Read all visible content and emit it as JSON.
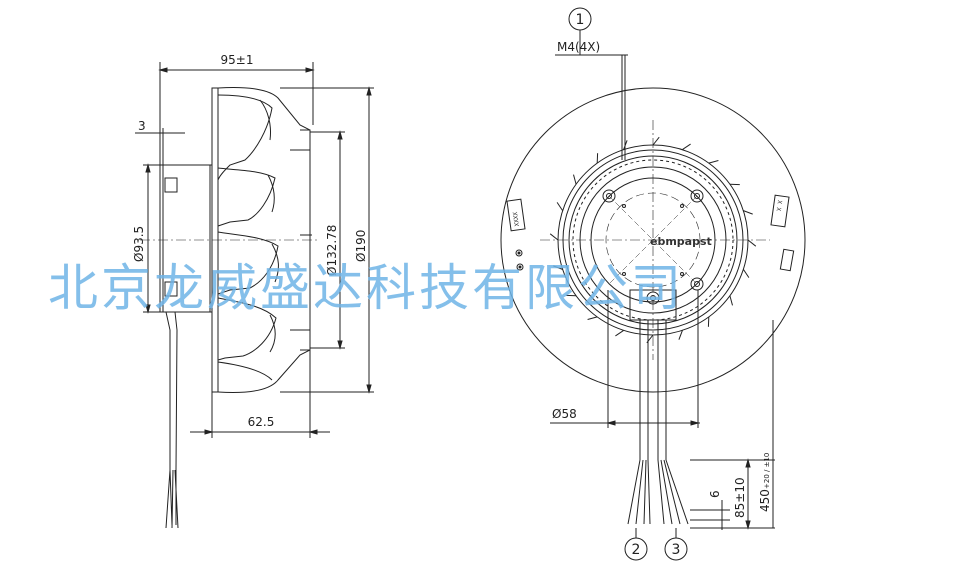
{
  "watermark": "北京龙威盛达科技有限公司",
  "colors": {
    "line": "#222222",
    "watermark": "#6eb4e6"
  },
  "side_view": {
    "dim_width": "95±1",
    "dim_3": "3",
    "dim_d93": "Ø93.5",
    "dim_d132": "Ø132.78",
    "dim_d190": "Ø190",
    "dim_62": "62.5"
  },
  "front_view": {
    "callout_1": "1",
    "callout_2": "2",
    "callout_3": "3",
    "thread": "M4(4X)",
    "brand": "ebmpapst",
    "dim_d58": "Ø58",
    "dim_6": "6",
    "dim_85": "85±10",
    "dim_450": "450",
    "dim_450_tol": "+20 / ±10",
    "label_left": "XXXX",
    "label_right": "X X"
  }
}
